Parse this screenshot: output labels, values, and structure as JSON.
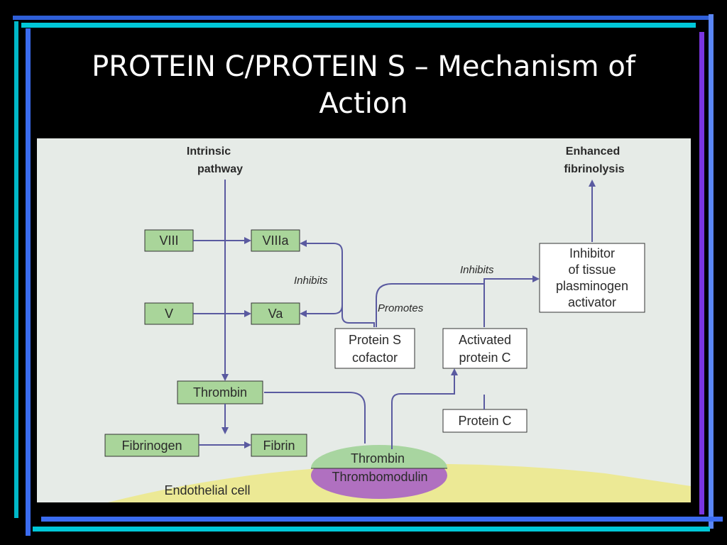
{
  "slide": {
    "title_line1": "PROTEIN C/PROTEIN S – Mechanism of",
    "title_line2": "Action",
    "colors": {
      "background": "#000000",
      "bar_cyan": "#00c8d8",
      "bar_blue": "#3b6cf0",
      "bar_purple": "#7a36e0",
      "figure_bg": "#e6ebe7",
      "box_green": "#a9d59a",
      "thrombin_oval": "#a8d5a0",
      "thrombomodulin_oval": "#b070c0",
      "endothelial_yellow": "#ece995"
    }
  },
  "diagram": {
    "intrinsic_1": "Intrinsic",
    "intrinsic_2": "pathway",
    "enhanced_1": "Enhanced",
    "enhanced_2": "fibrinolysis",
    "viii": "VIII",
    "viiia": "VIIIa",
    "v": "V",
    "va": "Va",
    "thrombin_box": "Thrombin",
    "fibrinogen": "Fibrinogen",
    "fibrin": "Fibrin",
    "inhibits_left": "Inhibits",
    "inhibits_right": "Inhibits",
    "promotes": "Promotes",
    "protein_s_1": "Protein S",
    "protein_s_2": "cofactor",
    "apc_1": "Activated",
    "apc_2": "protein C",
    "protein_c": "Protein C",
    "itpa_1": "Inhibitor",
    "itpa_2": "of tissue",
    "itpa_3": "plasminogen",
    "itpa_4": "activator",
    "thrombin_oval": "Thrombin",
    "thrombomodulin": "Thrombomodulin",
    "endothelial": "Endothelial cell"
  }
}
